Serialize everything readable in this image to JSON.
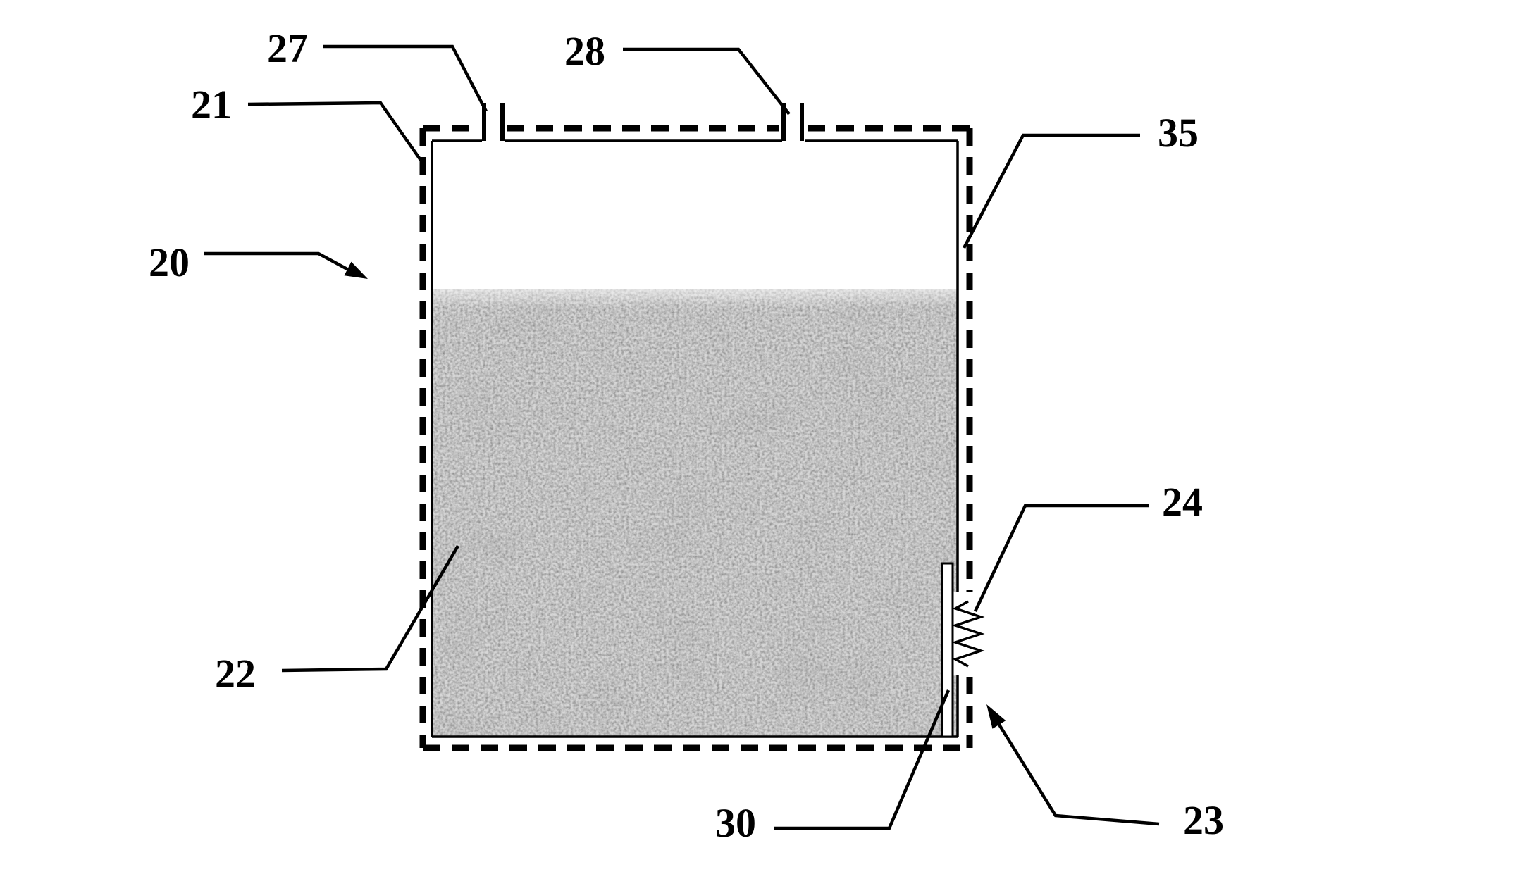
{
  "figure": {
    "labels": {
      "n20": "20",
      "n21": "21",
      "n22": "22",
      "n23": "23",
      "n24": "24",
      "n27": "27",
      "n28": "28",
      "n30": "30",
      "n35": "35"
    },
    "colors": {
      "line": "#000000",
      "background": "#ffffff",
      "fill_texture_base": "#b0b0b0"
    }
  }
}
